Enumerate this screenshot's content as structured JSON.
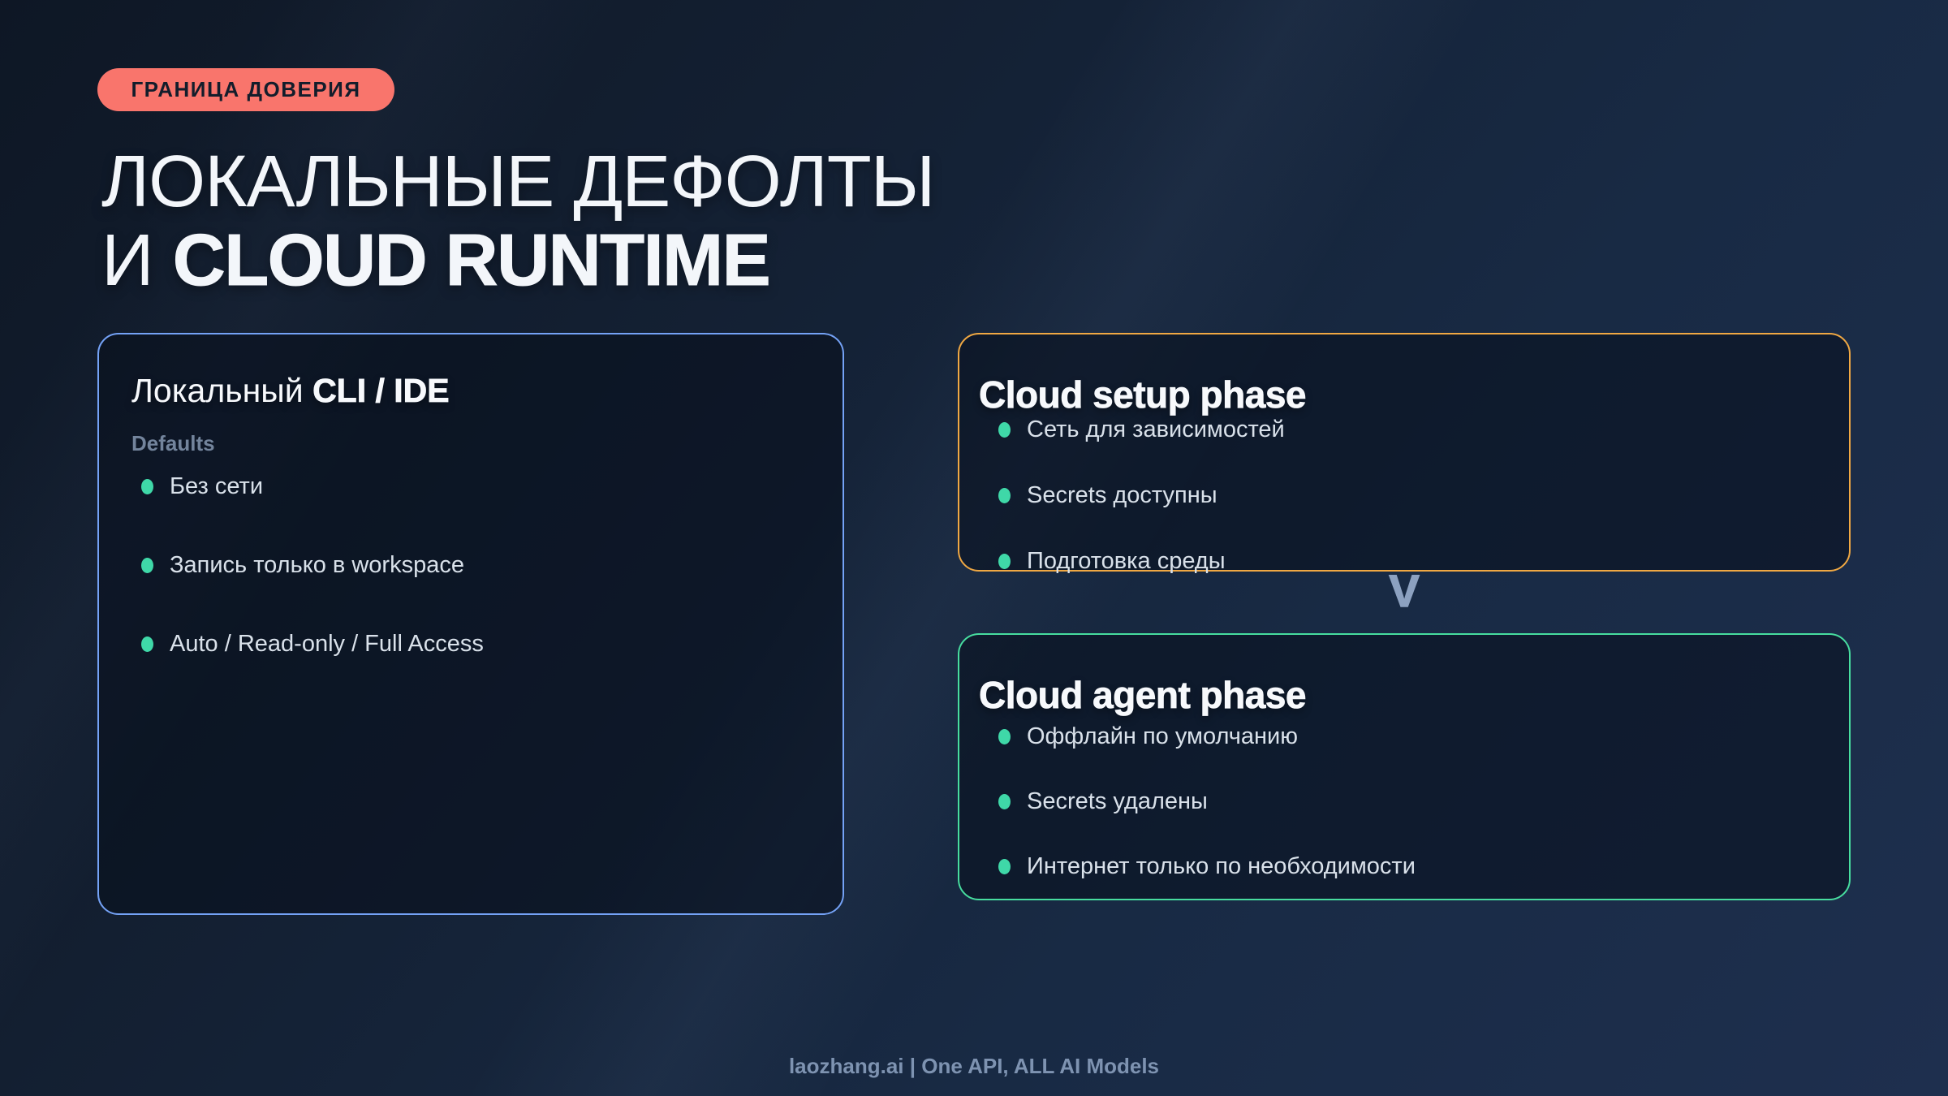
{
  "badge": {
    "label": "ГРАНИЦА ДОВЕРИЯ"
  },
  "title": {
    "line1": "ЛОКАЛЬНЫЕ ДЕФОЛТЫ",
    "line2_regular": "И",
    "line2_bold": "CLOUD RUNTIME"
  },
  "local_card": {
    "title_regular": "Локальный",
    "title_bold": "CLI / IDE",
    "subtitle": "Defaults",
    "bullets": [
      "Без сети",
      "Запись только в workspace",
      "Auto / Read-only / Full Access"
    ]
  },
  "cloud_setup_card": {
    "title": "Cloud setup phase",
    "bullets": [
      "Сеть для зависимостей",
      "Secrets доступны",
      "Подготовка среды"
    ]
  },
  "cloud_agent_card": {
    "title": "Cloud agent phase",
    "bullets": [
      "Оффлайн по умолчанию",
      "Secrets удалены",
      "Интернет только по необходимости"
    ]
  },
  "connector": {
    "glyph": "V"
  },
  "footer": {
    "text": "laozhang.ai | One API, ALL AI Models"
  },
  "colors": {
    "badge_bg": "#f9756c",
    "badge_text": "#131d2b",
    "local_border": "#74a2f6",
    "setup_border": "#f0a843",
    "agent_border": "#47dd9f",
    "bullet_dot": "#3fd8a8",
    "muted_label": "#73849c",
    "connector": "#8ca1c0",
    "footer_text": "#7e93b1",
    "bg_top_left": "#0e1725",
    "bg_bottom_right": "#1e2f4e"
  }
}
